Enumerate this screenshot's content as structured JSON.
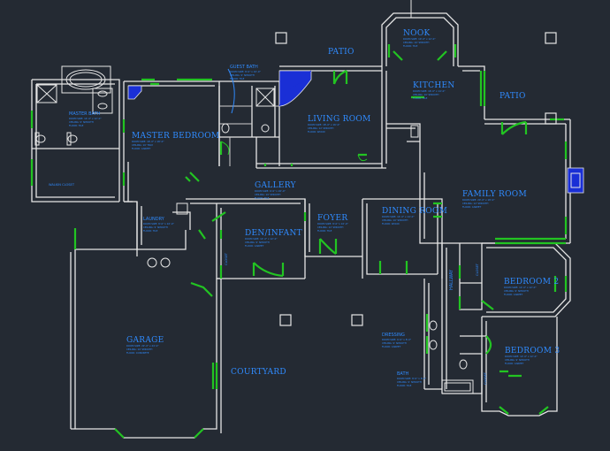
{
  "plan": {
    "rooms": {
      "nook": {
        "name": "NOOK",
        "notes": [
          "ROOM SIZE: 10'-0\" x 12'-0\"",
          "CEILING: 10' SMOOTH",
          "FLOOR: TILE"
        ]
      },
      "patio_top": {
        "name": "PATIO"
      },
      "kitchen": {
        "name": "KITCHEN",
        "notes": [
          "ROOM SIZE: 16'-0\" x 14'-0\"",
          "CEILING: 10' SMOOTH",
          "FLOOR: TILE"
        ]
      },
      "patio_right": {
        "name": "PATIO"
      },
      "guest_bath": {
        "name": "GUEST BATH",
        "notes": [
          "ROOM SIZE: 8'-0\" x 10'-0\"",
          "CEILING: 9' SMOOTH",
          "FLOOR: TILE"
        ]
      },
      "master_bath": {
        "name": "MASTER BATH",
        "notes": [
          "ROOM SIZE: 14'-0\" x 12'-0\"",
          "CEILING: 9' SMOOTH",
          "FLOOR: TILE"
        ]
      },
      "master_bedroom": {
        "name": "MASTER BEDROOM",
        "notes": [
          "ROOM SIZE: 16'-0\" x 18'-0\"",
          "CEILING: 10' TRAY",
          "FLOOR: CARPET"
        ]
      },
      "living_room": {
        "name": "LIVING ROOM",
        "notes": [
          "ROOM SIZE: 18'-0\" x 16'-0\"",
          "CEILING: 12' SMOOTH",
          "FLOOR: WOOD"
        ]
      },
      "walkin_closet": {
        "name": "WALKIN CLOSET"
      },
      "gallery": {
        "name": "GALLERY",
        "notes": [
          "ROOM SIZE: 6'-0\" x 20'-0\"",
          "CEILING: 10' SMOOTH",
          "FLOOR: TILE"
        ]
      },
      "family_room": {
        "name": "FAMILY ROOM",
        "notes": [
          "ROOM SIZE: 20'-0\" x 18'-0\"",
          "CEILING: 12' SMOOTH",
          "FLOOR: CARPET"
        ]
      },
      "laundry": {
        "name": "LAUNDRY",
        "notes": [
          "ROOM SIZE: 8'-0\" x 10'-0\"",
          "CEILING: 9' SMOOTH",
          "FLOOR: TILE"
        ]
      },
      "den_infant": {
        "name": "DEN/INFANT",
        "notes": [
          "ROOM SIZE: 12'-0\" x 12'-0\"",
          "CEILING: 9' SMOOTH",
          "FLOOR: CARPET"
        ]
      },
      "foyer": {
        "name": "FOYER",
        "notes": [
          "ROOM SIZE: 8'-0\" x 10'-0\"",
          "CEILING: 12' SMOOTH",
          "FLOOR: TILE"
        ]
      },
      "dining_room": {
        "name": "DINING ROOM",
        "notes": [
          "ROOM SIZE: 14'-0\" x 14'-0\"",
          "CEILING: 10' SMOOTH",
          "FLOOR: WOOD"
        ]
      },
      "closet_den": {
        "name": "CLOSET"
      },
      "hallway": {
        "name": "HALLWAY"
      },
      "closet_br2": {
        "name": "CLOSET"
      },
      "bedroom2": {
        "name": "BEDROOM 2",
        "notes": [
          "ROOM SIZE: 12'-0\" x 12'-0\"",
          "CEILING: 9' SMOOTH",
          "FLOOR: CARPET"
        ]
      },
      "garage": {
        "name": "GARAGE",
        "notes": [
          "ROOM SIZE: 22'-0\" x 24'-0\"",
          "CEILING: 10' SMOOTH",
          "FLOOR: CONCRETE"
        ]
      },
      "dressing": {
        "name": "DRESSING",
        "notes": [
          "ROOM SIZE: 6'-0\" x 8'-0\"",
          "CEILING: 9' SMOOTH",
          "FLOOR: CARPET"
        ]
      },
      "bedroom3": {
        "name": "BEDROOM 3",
        "notes": [
          "ROOM SIZE: 12'-0\" x 12'-0\"",
          "CEILING: 9' SMOOTH",
          "FLOOR: CARPET"
        ]
      },
      "bath": {
        "name": "BATH",
        "notes": [
          "ROOM SIZE: 8'-0\" x 8'-0\"",
          "CEILING: 9' SMOOTH",
          "FLOOR: TILE"
        ]
      },
      "closet_br3": {
        "name": "CLOSET"
      },
      "courtyard": {
        "name": "COURTYARD"
      }
    },
    "colors": {
      "background": "#242a33",
      "wall": "#e6e6e6",
      "door": "#22c422",
      "label": "#2f8bff",
      "fireplace": "#1a2fd6"
    }
  }
}
